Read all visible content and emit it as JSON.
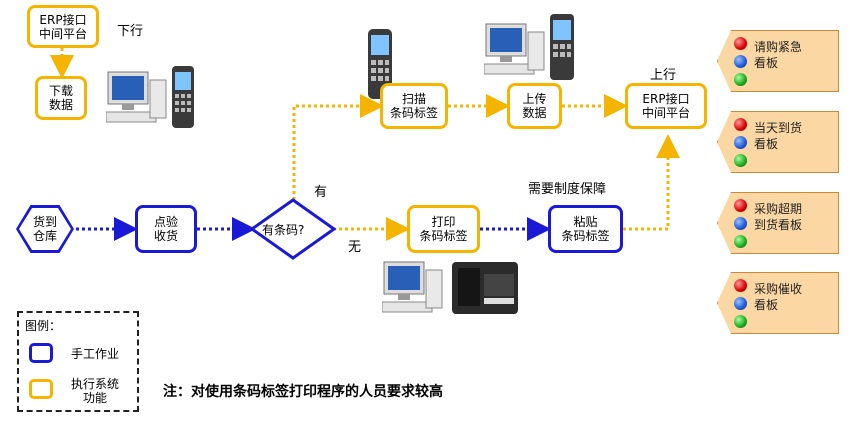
{
  "top_left": {
    "erp_box": "ERP接口\n中间平台",
    "down_label": "下行",
    "download_box": "下载\n数据"
  },
  "flow": {
    "goods_arrive": "货到\n仓库",
    "check_receive": "点验\n收货",
    "has_barcode": "有条码?",
    "yes_label": "有",
    "no_label": "无",
    "scan_label": "扫描\n条码标签",
    "upload_data": "上传\n数据",
    "up_label": "上行",
    "erp_box": "ERP接口\n中间平台",
    "print_label": "打印\n条码标签",
    "paste_label": "粘贴\n条码标签",
    "system_guarantee": "需要制度保障"
  },
  "boards": [
    {
      "label": "请购紧急\n看板"
    },
    {
      "label": "当天到货\n看板"
    },
    {
      "label": "采购超期\n到货看板"
    },
    {
      "label": "采购催收\n看板"
    }
  ],
  "legend": {
    "title": "图例：",
    "manual": "手工作业",
    "system_line1": "执行系统",
    "system_line2": "功能"
  },
  "note": "注：对使用条码标签打印程序的人员要求较高",
  "colors": {
    "manual_blue": "#1a1ad6",
    "system_yellow": "#f5b400",
    "board_fill": "#fbd7a4"
  }
}
